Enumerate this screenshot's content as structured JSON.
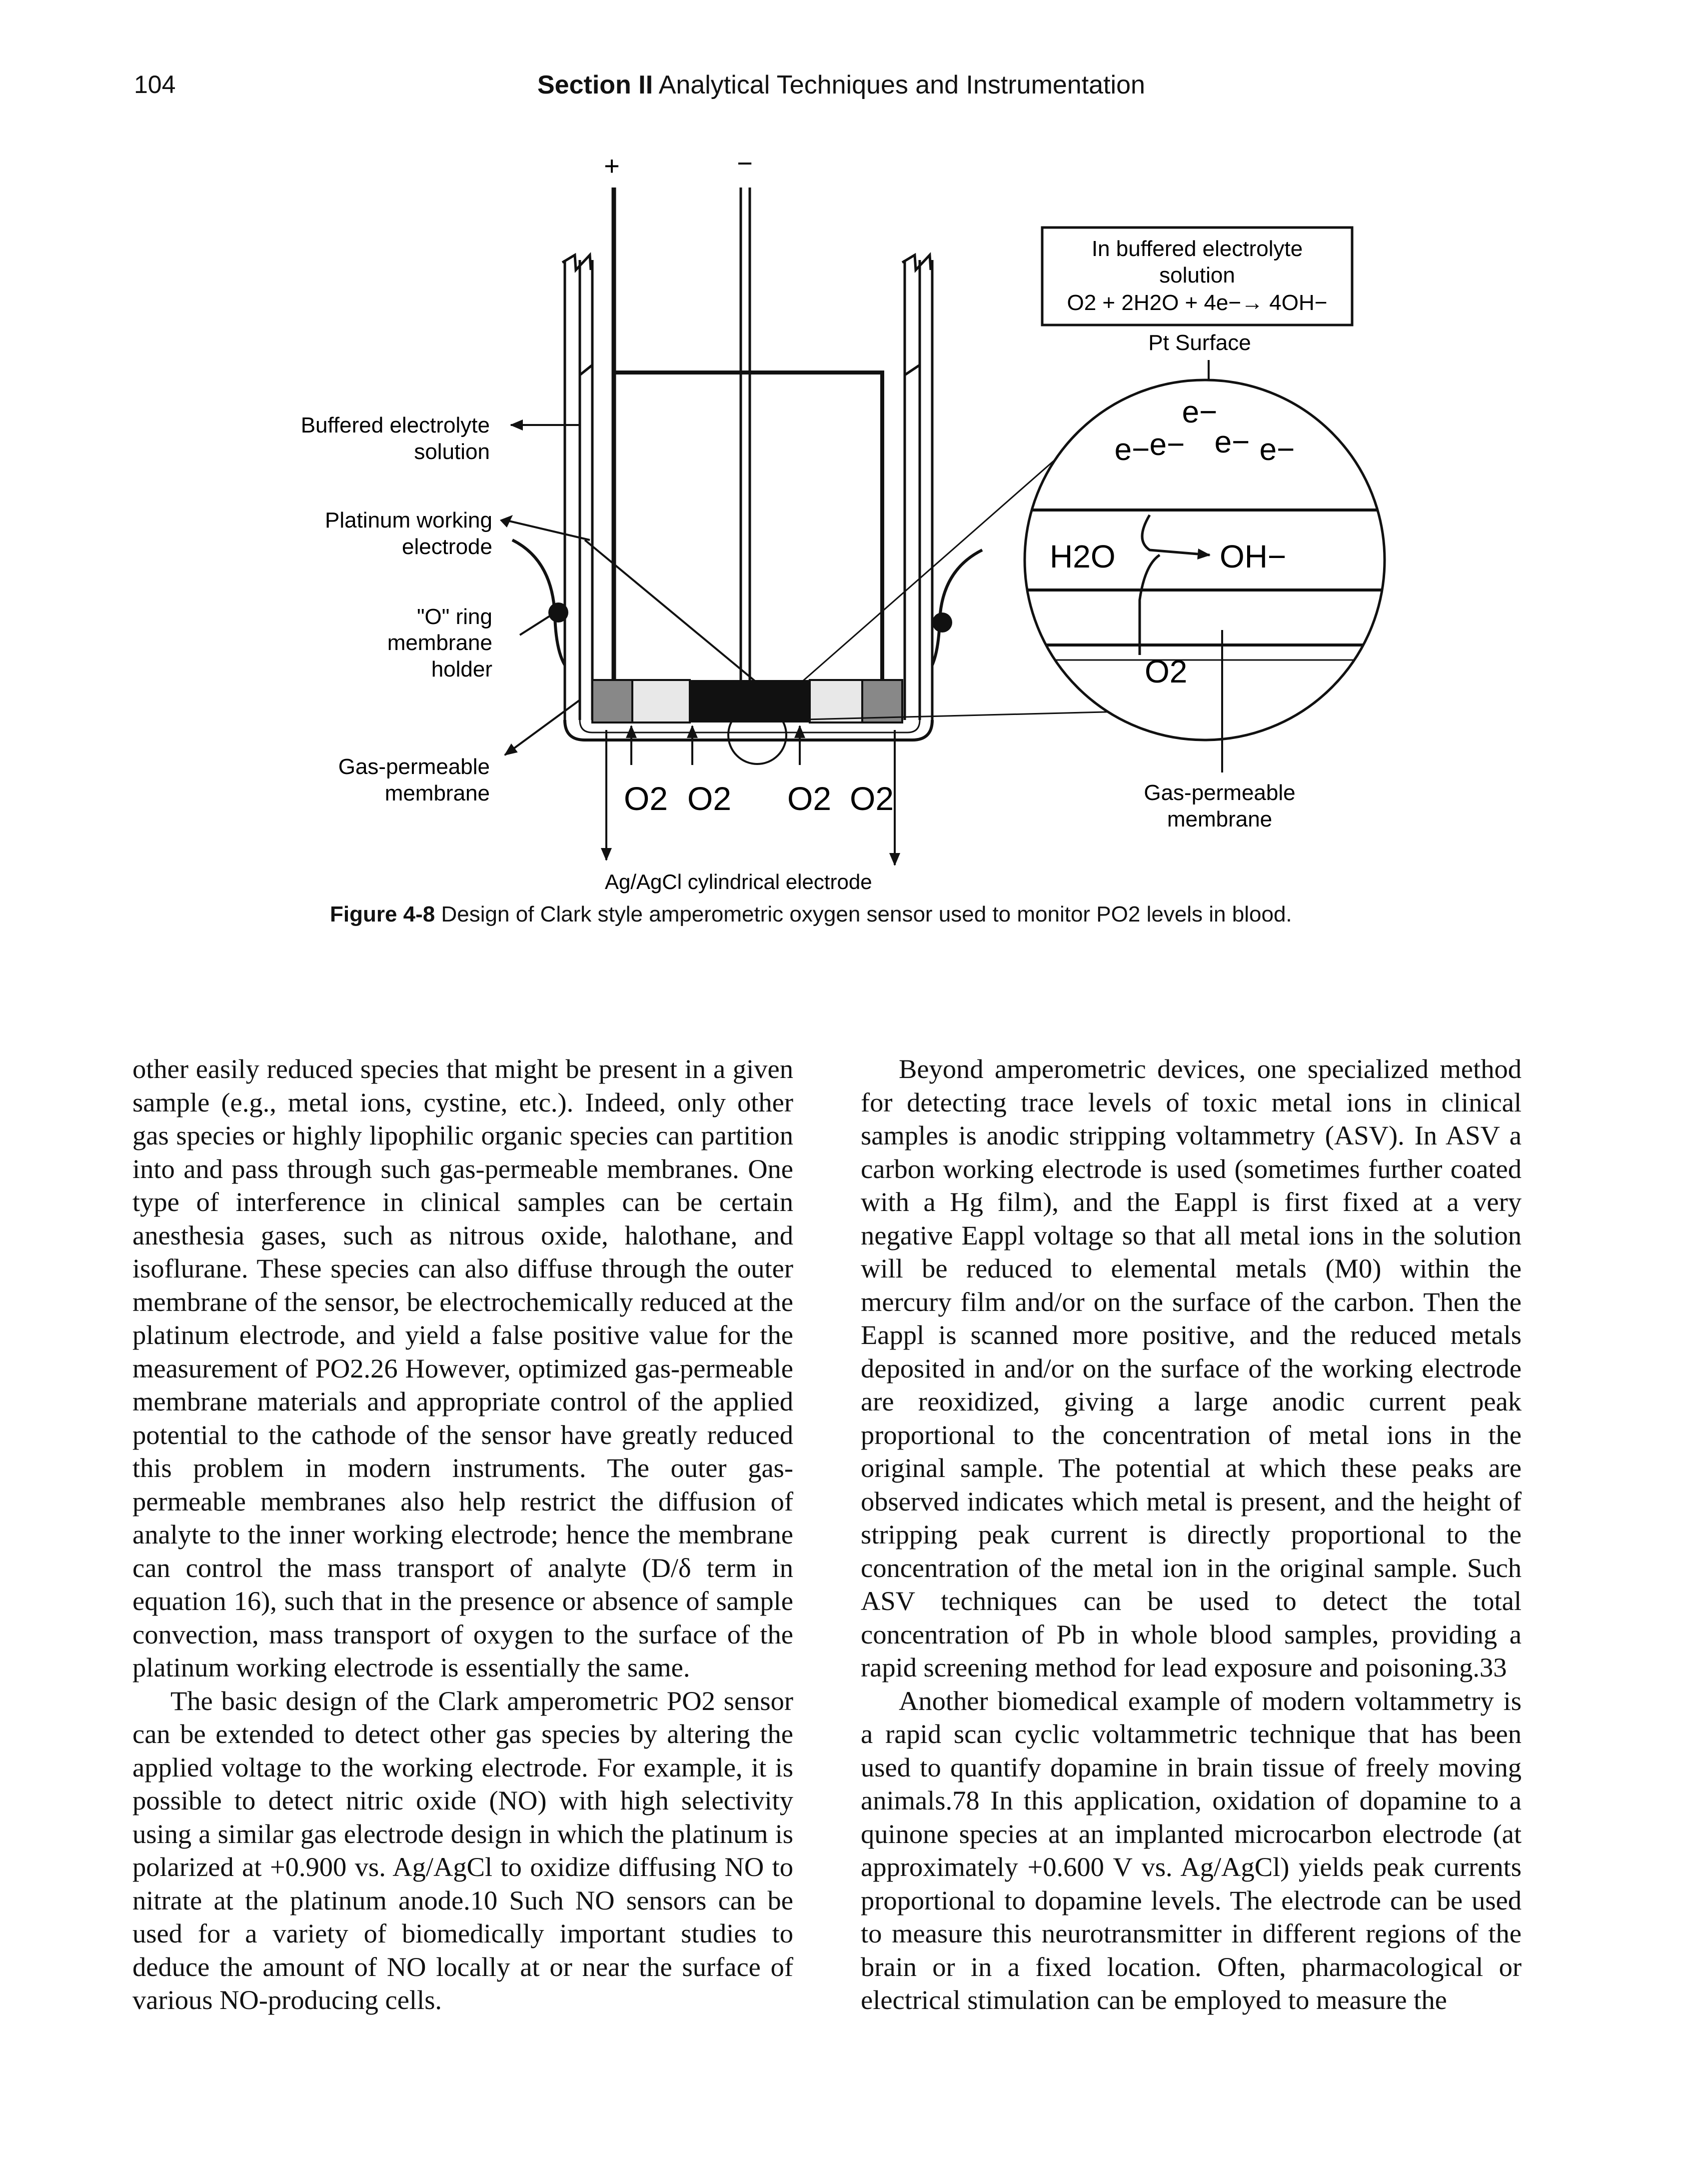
{
  "header": {
    "page_number": "104",
    "section_bold": "Section II",
    "section_title": "Analytical Techniques and Instrumentation"
  },
  "figure": {
    "polarity_plus": "+",
    "polarity_minus": "−",
    "labels": {
      "buffered_line1": "Buffered electrolyte",
      "buffered_line2": "solution",
      "platinum_line1": "Platinum working",
      "platinum_line2": "electrode",
      "oring_line1": "\"O\" ring",
      "oring_line2": "membrane",
      "oring_line3": "holder",
      "gasperm_left_line1": "Gas-permeable",
      "gasperm_left_line2": "membrane",
      "gasperm_right_line1": "Gas-permeable",
      "gasperm_right_line2": "membrane",
      "agagcl": "Ag/AgCl cylindrical electrode",
      "o2_bottom": [
        "O2",
        "O2",
        "O2",
        "O2"
      ],
      "pt_surface": "Pt Surface"
    },
    "reaction_box": {
      "line1": "In buffered electrolyte",
      "line2": "solution",
      "line3": "O2 + 2H2O + 4e−→ 4OH−"
    },
    "inset": {
      "electrons": [
        "e−",
        "e−",
        "e−",
        "e−",
        "e−"
      ],
      "h2o": "H2O",
      "oh": "OH−",
      "o2": "O2"
    }
  },
  "caption": {
    "label": "Figure 4-8",
    "text": "Design of Clark style amperometric oxygen sensor used to monitor PO2 levels in blood."
  },
  "left_column": [
    "other easily reduced species that might be present in a given sample (e.g., metal ions, cystine, etc.). Indeed, only other gas species or highly lipophilic organic species can partition into and pass through such gas-permeable membranes. One type of interference in clinical samples can be certain anesthesia gases, such as nitrous oxide, halothane, and isoflurane. These species can also diffuse through the outer membrane of the sensor, be electrochemically reduced at the platinum electrode, and yield a false positive value for the measurement of PO2.26 However, optimized gas-permeable membrane materials and appropriate control of the applied potential to the cathode of the sensor have greatly reduced this problem in modern instruments. The outer gas-permeable membranes also help restrict the diffusion of analyte to the inner working electrode; hence the membrane can control the mass transport of analyte (D/δ term in equation 16), such that in the presence or absence of sample convection, mass transport of oxygen to the surface of the platinum working electrode is essentially the same.",
    "The basic design of the Clark amperometric PO2 sensor can be extended to detect other gas species by altering the applied voltage to the working electrode. For example, it is possible to detect nitric oxide (NO) with high selectivity using a similar gas electrode design in which the platinum is polarized at +0.900 vs. Ag/AgCl to oxidize diffusing NO to nitrate at the platinum anode.10 Such NO sensors can be used for a variety of biomedically important studies to deduce the amount of NO locally at or near the surface of various NO-producing cells."
  ],
  "right_column": [
    "Beyond amperometric devices, one specialized method for detecting trace levels of toxic metal ions in clinical samples is anodic stripping voltammetry (ASV). In ASV a carbon working electrode is used (sometimes further coated with a Hg film), and the Eappl is first fixed at a very negative Eappl voltage so that all metal ions in the solution will be reduced to elemental metals (M0) within the mercury film and/or on the surface of the carbon. Then the Eappl is scanned more positive, and the reduced metals deposited in and/or on the surface of the working electrode are reoxidized, giving a large anodic current peak proportional to the concentration of metal ions in the original sample. The potential at which these peaks are observed indicates which metal is present, and the height of stripping peak current is directly proportional to the concentration of the metal ion in the original sample. Such ASV techniques can be used to detect the total concentration of Pb in whole blood samples, providing a rapid screening method for lead exposure and poisoning.33",
    "Another biomedical example of modern voltammetry is a rapid scan cyclic voltammetric technique that has been used to quantify dopamine in brain tissue of freely moving animals.78 In this application, oxidation of dopamine to a quinone species at an implanted microcarbon electrode (at approximately +0.600 V vs. Ag/AgCl) yields peak currents proportional to dopamine levels. The electrode can be used to measure this neurotransmitter in different regions of the brain or in a fixed location. Often, pharmacological or electrical stimulation can be employed to measure the"
  ]
}
